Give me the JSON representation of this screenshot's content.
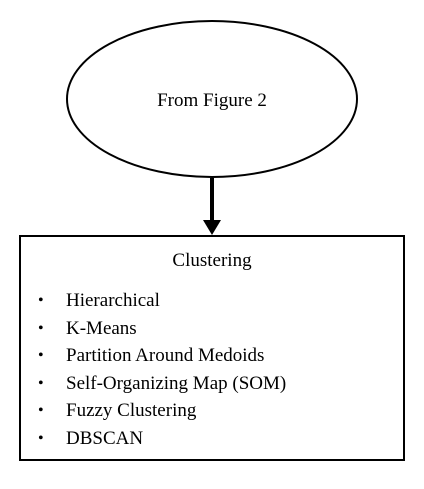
{
  "source_node": {
    "label": "From Figure 2"
  },
  "target_node": {
    "title": "Clustering",
    "bullet_glyph": "•",
    "items": [
      "Hierarchical",
      "K-Means",
      "Partition Around Medoids",
      "Self-Organizing Map (SOM)",
      "Fuzzy Clustering",
      "DBSCAN"
    ]
  },
  "colors": {
    "stroke": "#000000",
    "background": "#ffffff"
  }
}
